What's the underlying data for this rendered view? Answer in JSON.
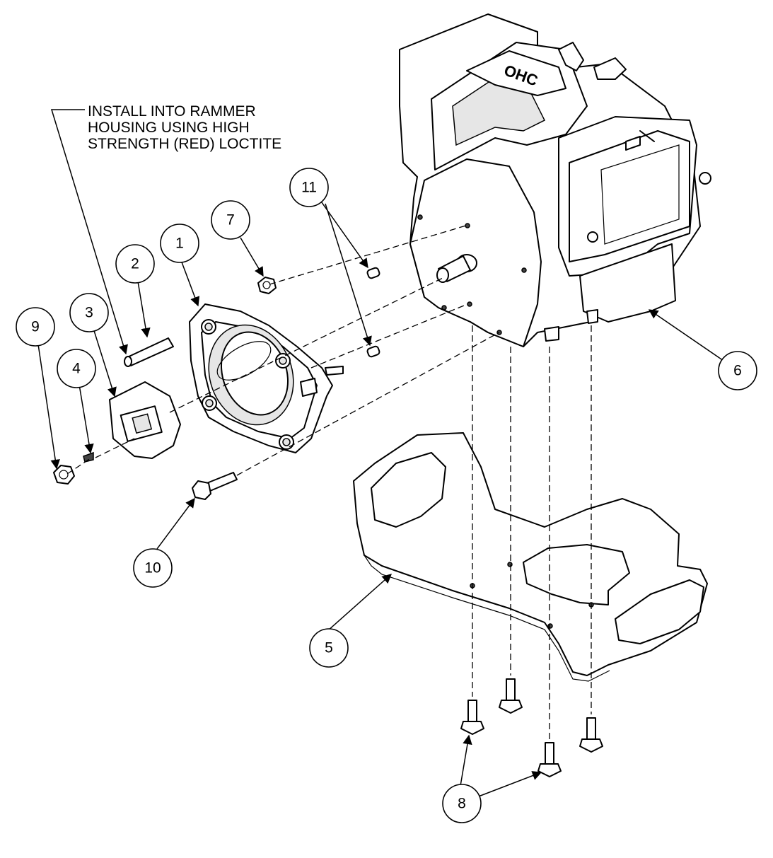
{
  "note": {
    "lines": [
      "INSTALL INTO RAMMER",
      "HOUSING USING HIGH",
      "STRENGTH (RED) LOCTITE"
    ]
  },
  "engine_label": "OHC",
  "callouts": {
    "c1": "1",
    "c2": "2",
    "c3": "3",
    "c4": "4",
    "c5": "5",
    "c6": "6",
    "c7": "7",
    "c8": "8",
    "c9": "9",
    "c10": "10",
    "c11": "11"
  },
  "icons": [
    "arrow-head-icon",
    "hex-nut-icon",
    "bolt-icon"
  ]
}
